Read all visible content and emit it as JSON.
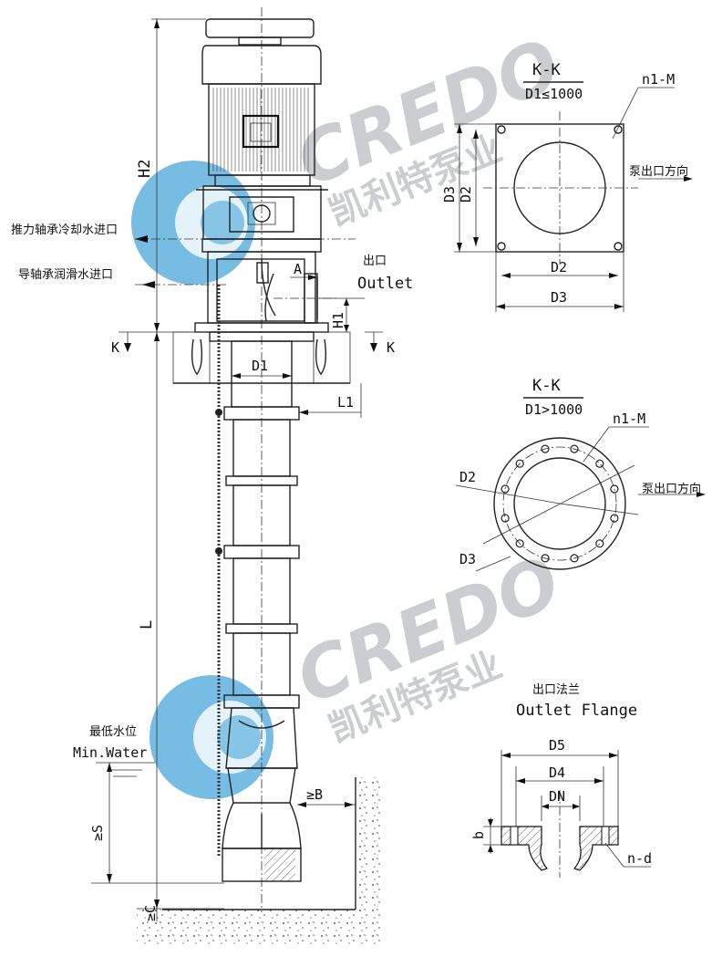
{
  "labels": {
    "h2": "H2",
    "l": "L",
    "thrust_cooling_inlet": "推力轴承冷却水进口",
    "guide_lube_inlet": "导轴承润滑水进口",
    "outlet_cn": "出口",
    "outlet_en": "Outlet",
    "a": "A",
    "h1": "H1",
    "k_left": "K",
    "k_right": "K",
    "d1": "D1",
    "l1": "L1",
    "min_water_cn": "最低水位",
    "min_water_en": "Min.Water",
    "s": "≥S",
    "c": "≥C",
    "b_clear": "≥B"
  },
  "section_square": {
    "title": "K-K",
    "subtitle": "D1≤1000",
    "n1m": "n1-M",
    "d3": "D3",
    "d2": "D2",
    "d2_bottom": "D2",
    "d3_bottom": "D3",
    "direction": "泵出口方向"
  },
  "section_round": {
    "title": "K-K",
    "subtitle": "D1>1000",
    "n1m": "n1-M",
    "d2": "D2",
    "d3": "D3",
    "direction": "泵出口方向"
  },
  "flange": {
    "title_cn": "出口法兰",
    "title_en": "Outlet Flange",
    "d5": "D5",
    "d4": "D4",
    "dn": "DN",
    "b": "b",
    "nd": "n-d"
  },
  "watermark": {
    "brand": "CREDO",
    "cn": "凯利特泵业"
  },
  "colors": {
    "watermark_gray": "#b9bec3",
    "logo_blue": "#4aa6d8",
    "line": "#222222"
  }
}
